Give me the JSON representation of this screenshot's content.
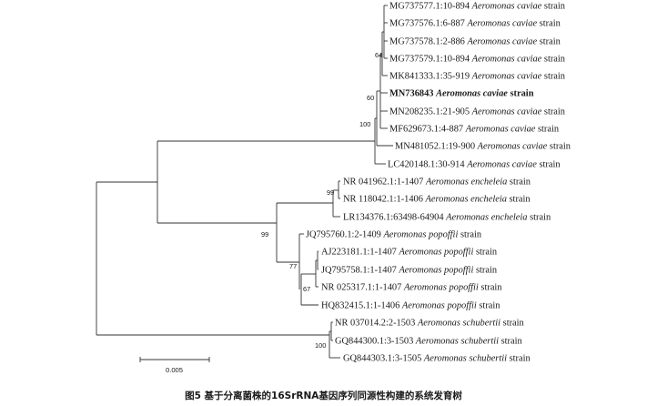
{
  "tree": {
    "leaves": [
      {
        "acc": "MG737577.1:10-894",
        "sp": "Aeromonas caviae",
        "tail": "strain"
      },
      {
        "acc": "MG737576.1:6-887",
        "sp": "Aeromonas caviae",
        "tail": "strain"
      },
      {
        "acc": "MG737578.1:2-886",
        "sp": "Aeromonas caviae",
        "tail": "strain"
      },
      {
        "acc": "MG737579.1:10-894",
        "sp": "Aeromonas caviae",
        "tail": "strain"
      },
      {
        "acc": "MK841333.1:35-919",
        "sp": "Aeromonas caviae",
        "tail": "strain"
      },
      {
        "acc": "MN736843",
        "sp": "Aeromonas caviae",
        "tail": "strain",
        "bold": true
      },
      {
        "acc": "MN208235.1:21-905",
        "sp": "Aeromonas caviae",
        "tail": "strain"
      },
      {
        "acc": "MF629673.1:4-887",
        "sp": "Aeromonas caviae",
        "tail": "strain"
      },
      {
        "acc": "MN481052.1:19-900",
        "sp": "Aeromonas caviae",
        "tail": "strain"
      },
      {
        "acc": "LC420148.1:30-914",
        "sp": "Aeromonas caviae",
        "tail": "strain"
      },
      {
        "acc": "NR 041962.1:1-1407",
        "sp": "Aeromonas encheleia",
        "tail": "strain"
      },
      {
        "acc": "NR 118042.1:1-1406",
        "sp": "Aeromonas encheleia",
        "tail": "strain"
      },
      {
        "acc": "LR134376.1:63498-64904",
        "sp": "Aeromonas encheleia",
        "tail": "strain"
      },
      {
        "acc": "JQ795760.1:2-1409",
        "sp": "Aeromonas popoffii",
        "tail": "strain"
      },
      {
        "acc": "AJ223181.1:1-1407",
        "sp": "Aeromonas popoffii",
        "tail": "strain"
      },
      {
        "acc": "JQ795758.1:1-1407",
        "sp": "Aeromonas popoffii",
        "tail": "strain"
      },
      {
        "acc": "NR 025317.1:1-1407",
        "sp": "Aeromonas popoffii",
        "tail": "strain"
      },
      {
        "acc": "HQ832415.1:1-1406",
        "sp": "Aeromonas popoffii",
        "tail": "strain"
      },
      {
        "acc": "NR 037014.2:2-1503",
        "sp": "Aeromonas schubertii",
        "tail": "strain"
      },
      {
        "acc": "GQ844300.1:3-1503",
        "sp": "Aeromonas schubertii",
        "tail": "strain"
      },
      {
        "acc": "GQ844303.1:3-1505",
        "sp": "Aeromonas schubertii",
        "tail": "strain"
      }
    ],
    "bootstrap": [
      "64",
      "60",
      "100",
      "99",
      "99",
      "77",
      "67",
      "100"
    ],
    "scale_label": "0.005"
  },
  "caption": "图5 基于分离菌株的16SrRNA基因序列同源性构建的系统发育树"
}
